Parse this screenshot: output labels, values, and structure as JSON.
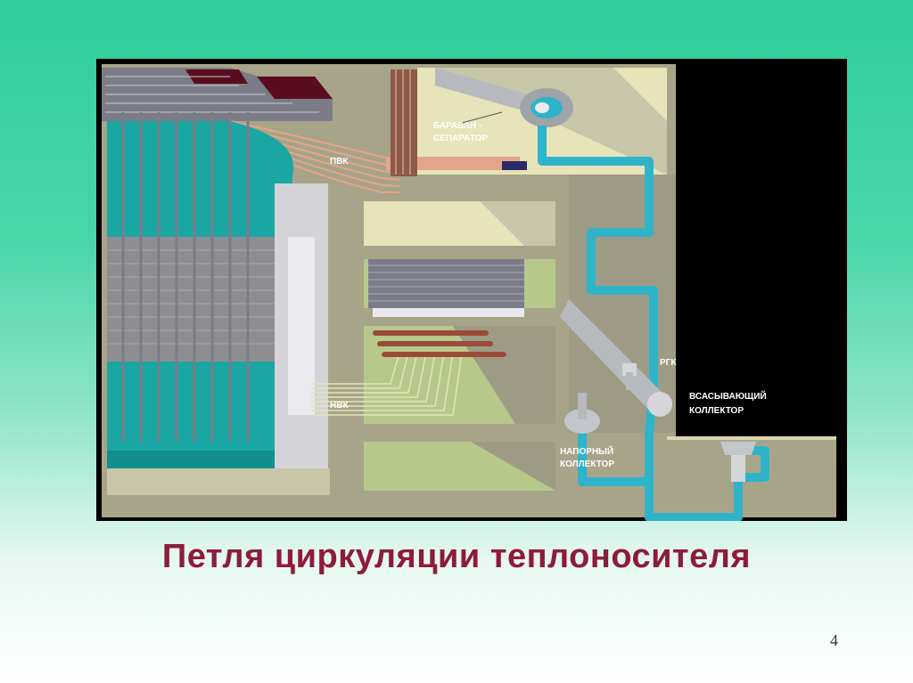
{
  "slide": {
    "title": "Петля циркуляции теплоносителя",
    "page_number": "4"
  },
  "diagram": {
    "labels": {
      "drum_line1": "БАРАБАН -",
      "drum_line2": "СЕПАРАТОР",
      "pvk": "ПВК",
      "nvk": "НВК",
      "rgk": "РГК",
      "suction_line1": "ВСАСЫВАЮЩИЙ",
      "suction_line2": "КОЛЛЕКТОР",
      "pressure_line1": "НАПОРНЫЙ",
      "pressure_line2": "КОЛЛЕКТОР"
    },
    "colors": {
      "concrete": "#a8a48a",
      "light_fill": "#e6e4b8",
      "coolant": "#2fb3c9",
      "core_teal": "#1aa7a4",
      "pipe_gray": "#b6b9bd",
      "title": "#8e1b3c"
    }
  }
}
